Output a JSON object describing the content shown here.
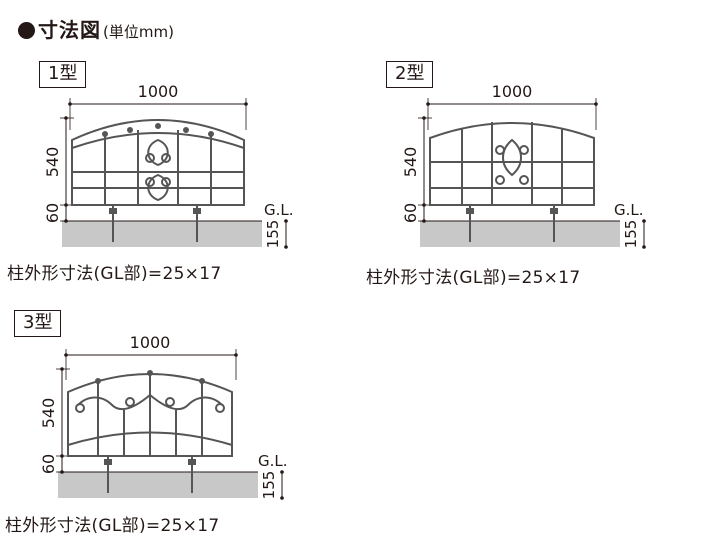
{
  "heading": {
    "main": "寸法図",
    "sub": "(単位mm)"
  },
  "panels": [
    {
      "type": "1型",
      "width": "1000",
      "height": "540",
      "leg": "60",
      "gl": "G.L.",
      "depth": "155",
      "caption": "柱外形寸法(GL部)=25×17"
    },
    {
      "type": "2型",
      "width": "1000",
      "height": "540",
      "leg": "60",
      "gl": "G.L.",
      "depth": "155",
      "caption": "柱外形寸法(GL部)=25×17"
    },
    {
      "type": "3型",
      "width": "1000",
      "height": "540",
      "leg": "60",
      "gl": "G.L.",
      "depth": "155",
      "caption": "柱外形寸法(GL部)=25×17"
    }
  ],
  "colors": {
    "ink": "#231815",
    "ground": "#c8c8c8",
    "metal": "#555555"
  }
}
